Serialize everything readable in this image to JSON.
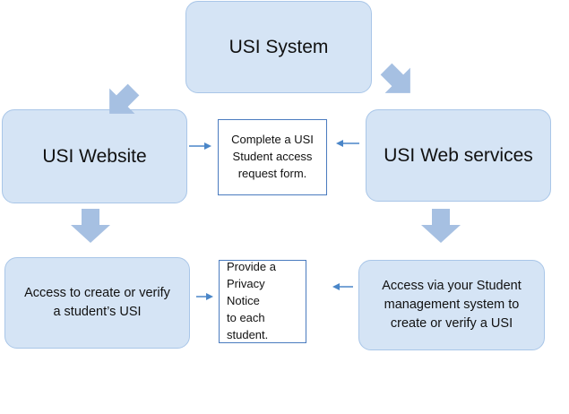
{
  "diagram": {
    "system": "USI System",
    "website": "USI Website",
    "webservices": "USI Web services",
    "request_form": "Complete a USI\nStudent access\nrequest form.",
    "website_access": "Access to create or verify\na student’s USI",
    "privacy_notice": "Provide a\nPrivacy Notice\nto each\nstudent.",
    "sms_access": "Access via your Student\nmanagement system to\ncreate or verify a USI"
  },
  "colors": {
    "box_fill": "#d5e4f5",
    "box_border": "#a9c6e8",
    "block_arrow": "#a6c0e2",
    "line_arrow": "#4a86c8",
    "white_box_border": "#4a7bbf"
  }
}
